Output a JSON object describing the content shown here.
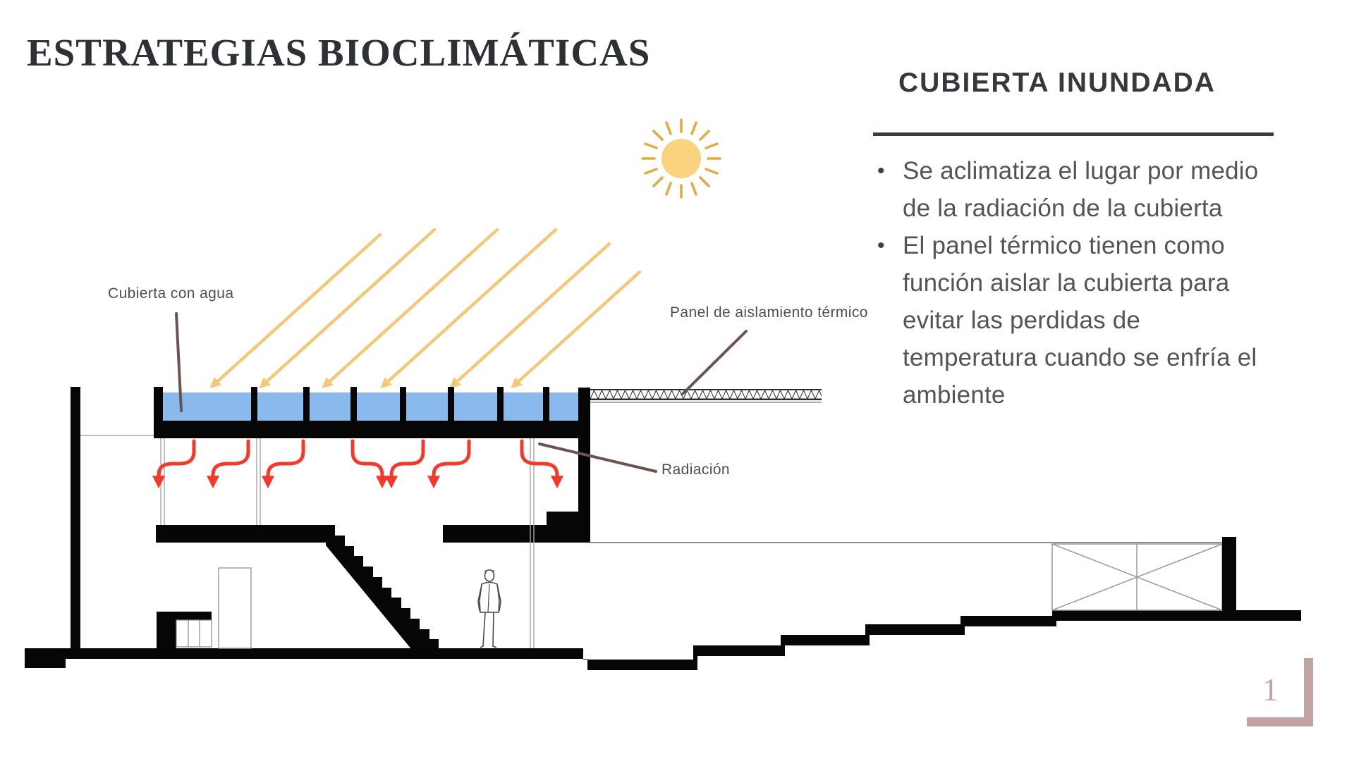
{
  "slide": {
    "title": "ESTRATEGIAS BIOCLIMÁTICAS",
    "page_number": "1"
  },
  "panel": {
    "heading": "CUBIERTA INUNDADA",
    "bullet_marker": "•",
    "bullets": [
      {
        "text": "Se aclimatiza el lugar por medio de la radiación de la cubierta"
      },
      {
        "text": "El panel térmico tienen como función aislar la cubierta para evitar las perdidas de temperatura cuando se enfría el ambiente"
      }
    ]
  },
  "diagram": {
    "labels": {
      "water_roof": "Cubierta con agua",
      "thermal_panel": "Panel de aislamiento térmico",
      "radiation": "Radiación"
    },
    "icons": {
      "sun": "sun-icon",
      "solar_rays": "solar-ray-arrows",
      "radiation_arrows": "radiation-arrows"
    },
    "colors": {
      "sun_disc": "#f9d37e",
      "ray_gold": "#f3c878",
      "water_blue": "#8ab9ed",
      "radiation_red": "#f2392c",
      "leader_brown": "#6a544e",
      "page_mauve": "#bfa4a2",
      "ink": "#2d3136",
      "structure_black": "#060606"
    }
  }
}
